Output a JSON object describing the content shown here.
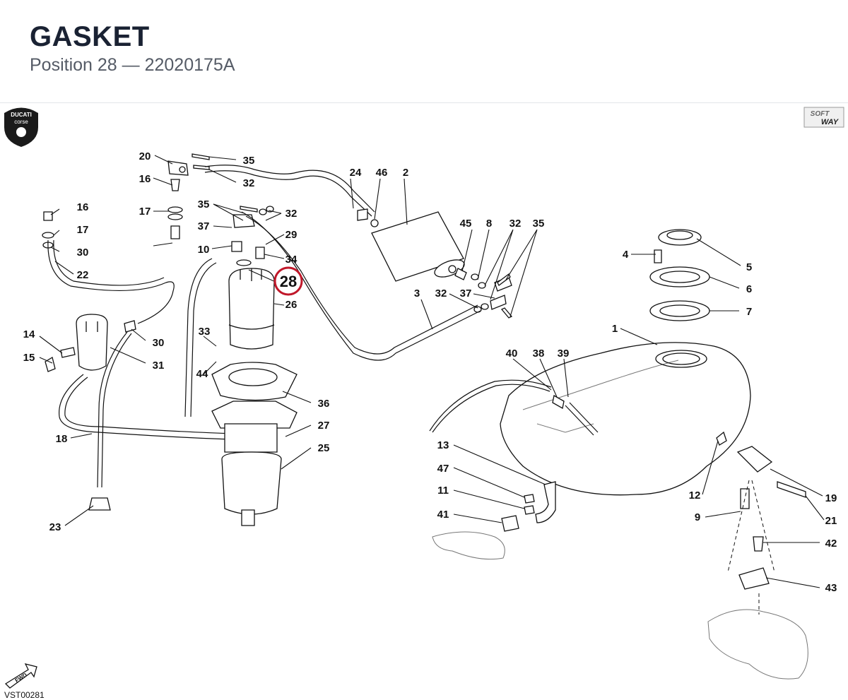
{
  "header": {
    "title": "GASKET",
    "subtitle": "Position 28 — 22020175A"
  },
  "diagram": {
    "code": "VST00281",
    "logos": {
      "left": "DUCATI corse",
      "right": "SOFT WAY",
      "fwd": "FWD"
    },
    "highlight": {
      "label": "28",
      "color": "#c0182a"
    },
    "callouts": [
      "20",
      "35",
      "16",
      "32",
      "24",
      "46",
      "2",
      "16",
      "17",
      "17",
      "35",
      "32",
      "37",
      "10",
      "29",
      "34",
      "30",
      "22",
      "26",
      "33",
      "44",
      "14",
      "15",
      "30",
      "31",
      "36",
      "27",
      "18",
      "25",
      "23",
      "45",
      "8",
      "32",
      "35",
      "3",
      "32",
      "37",
      "4",
      "5",
      "6",
      "7",
      "1",
      "40",
      "38",
      "39",
      "13",
      "47",
      "11",
      "41",
      "12",
      "19",
      "21",
      "9",
      "42",
      "43"
    ]
  }
}
